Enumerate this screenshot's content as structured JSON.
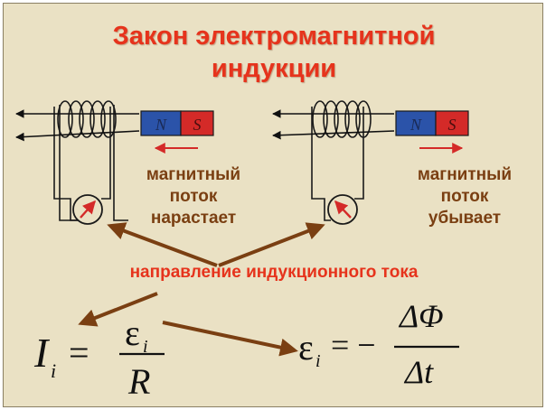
{
  "title": {
    "line1": "Закон электромагнитной",
    "line2": "индукции"
  },
  "left_setup": {
    "magnet_n": "N",
    "magnet_s": "S",
    "caption_line1": "магнитный",
    "caption_line2": "поток",
    "caption_line3": "нарастает"
  },
  "right_setup": {
    "magnet_n": "N",
    "magnet_s": "S",
    "caption_line1": "магнитный",
    "caption_line2": "поток",
    "caption_line3": "убывает"
  },
  "current_label": "направление индукционного тока",
  "formula1": {
    "lhs": "I",
    "lhs_sub": "i",
    "eq": "=",
    "num": "ε",
    "num_sub": "i",
    "den": "R"
  },
  "formula2": {
    "lhs": "ε",
    "lhs_sub": "i",
    "eq": "= −",
    "num": "ΔΦ",
    "den": "Δt"
  },
  "colors": {
    "background": "#eae1c4",
    "title": "#e6331c",
    "caption": "#7a3f12",
    "arrow": "#7a3f12",
    "magnet_north": "#2b53a9",
    "magnet_south": "#d42a28",
    "needle": "#d42a28"
  }
}
